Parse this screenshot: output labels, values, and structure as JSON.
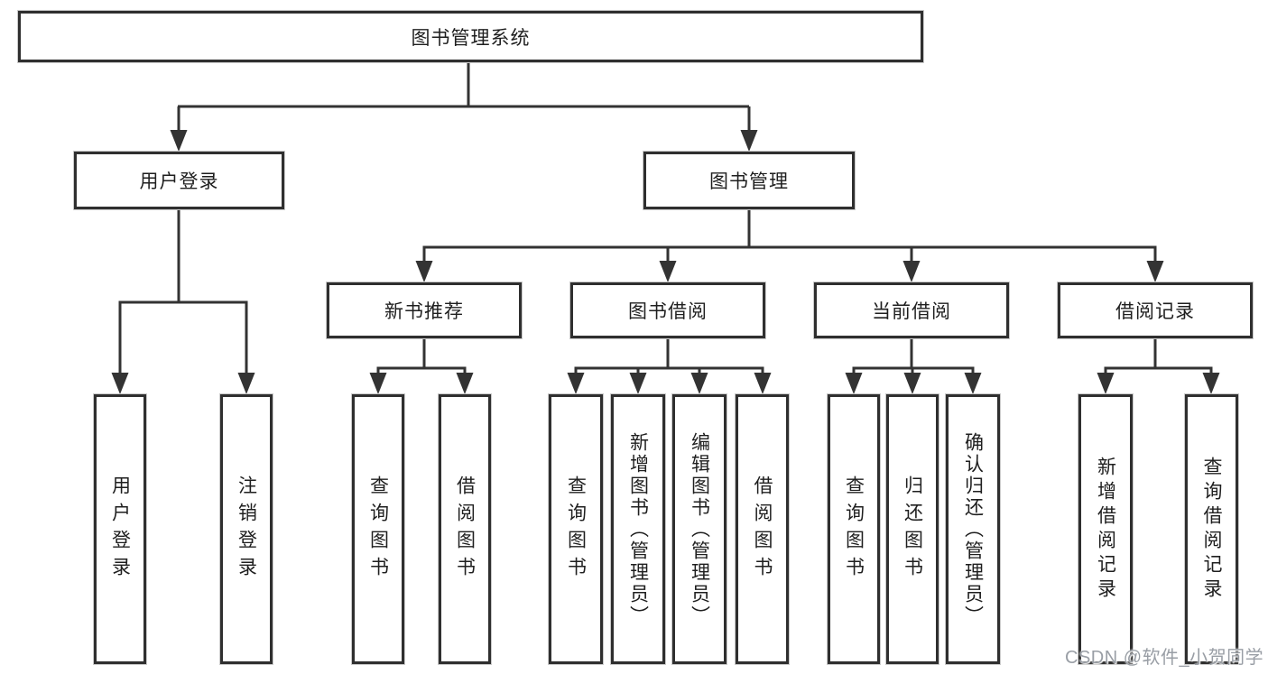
{
  "tree": {
    "root": {
      "label": "图书管理系统"
    },
    "branches": [
      {
        "label": "用户登录",
        "children": [
          {
            "label": "用户登录"
          },
          {
            "label": "注销登录"
          }
        ]
      },
      {
        "label": "图书管理",
        "sections": [
          {
            "label": "新书推荐",
            "children": [
              {
                "label": "查询图书"
              },
              {
                "label": "借阅图书"
              }
            ]
          },
          {
            "label": "图书借阅",
            "children": [
              {
                "label": "查询图书"
              },
              {
                "label": "新增图书（管理员）"
              },
              {
                "label": "编辑图书（管理员）"
              },
              {
                "label": "借阅图书"
              }
            ]
          },
          {
            "label": "当前借阅",
            "children": [
              {
                "label": "查询图书"
              },
              {
                "label": "归还图书"
              },
              {
                "label": "确认归还（管理员）"
              }
            ]
          },
          {
            "label": "借阅记录",
            "children": [
              {
                "label": "新增借阅记录"
              },
              {
                "label": "查询借阅记录"
              }
            ]
          }
        ]
      }
    ]
  },
  "watermark": {
    "text": "CSDN @软件_小贺同学"
  },
  "colors": {
    "line": "#333333",
    "box_border": "#2f2f2f",
    "text": "#1f1f1f",
    "background": "#ffffff",
    "watermark_text": "#999ea5"
  }
}
